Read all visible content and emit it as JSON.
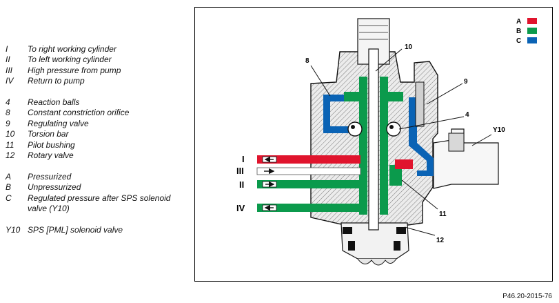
{
  "legend": {
    "ports": [
      {
        "key": "I",
        "text": "To right working cylinder"
      },
      {
        "key": "II",
        "text": "To left working cylinder"
      },
      {
        "key": "III",
        "text": "High pressure from pump"
      },
      {
        "key": "IV",
        "text": "Return to pump"
      }
    ],
    "parts": [
      {
        "key": "4",
        "text": "Reaction balls"
      },
      {
        "key": "8",
        "text": "Constant constriction orifice"
      },
      {
        "key": "9",
        "text": "Regulating valve"
      },
      {
        "key": "10",
        "text": "Torsion bar"
      },
      {
        "key": "11",
        "text": "Pilot bushing"
      },
      {
        "key": "12",
        "text": "Rotary valve"
      }
    ],
    "states": [
      {
        "key": "A",
        "text": "Pressurized"
      },
      {
        "key": "B",
        "text": "Unpressurized"
      },
      {
        "key": "C",
        "text": "Regulated pressure after SPS solenoid valve (Y10)"
      }
    ],
    "other": [
      {
        "key": "Y10",
        "text": "SPS [PML] solenoid valve"
      }
    ]
  },
  "diagram": {
    "color_key": [
      {
        "label": "A",
        "color": "#e0142d"
      },
      {
        "label": "B",
        "color": "#0b9a4c"
      },
      {
        "label": "C",
        "color": "#0a63b5"
      }
    ],
    "callouts": [
      "8",
      "10",
      "9",
      "4",
      "Y10",
      "11",
      "12"
    ],
    "port_labels": [
      "I",
      "III",
      "II",
      "IV"
    ]
  },
  "figure_id": "P46.20-2015-76"
}
